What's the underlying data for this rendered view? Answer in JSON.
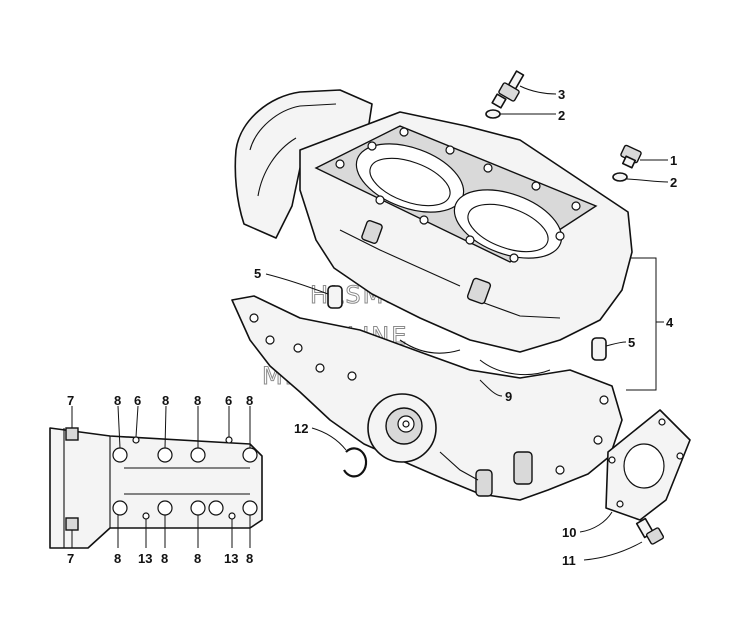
{
  "watermark_lines": [
    "HLSMS",
    "ONLINE",
    "MICROFICHE"
  ],
  "callouts": {
    "c1": "1",
    "c2a": "2",
    "c2b": "2",
    "c3": "3",
    "c4": "4",
    "c5a": "5",
    "c5b": "5",
    "c9": "9",
    "c10": "10",
    "c11": "11",
    "c12": "12",
    "b7t": "7",
    "b8a": "8",
    "b6a": "6",
    "b8b": "8",
    "b8c": "8",
    "b6b": "6",
    "b8d": "8",
    "b7b": "7",
    "b8e": "8",
    "b13a": "13",
    "b8f": "8",
    "b8g": "8",
    "b13b": "13",
    "b8h": "8"
  }
}
